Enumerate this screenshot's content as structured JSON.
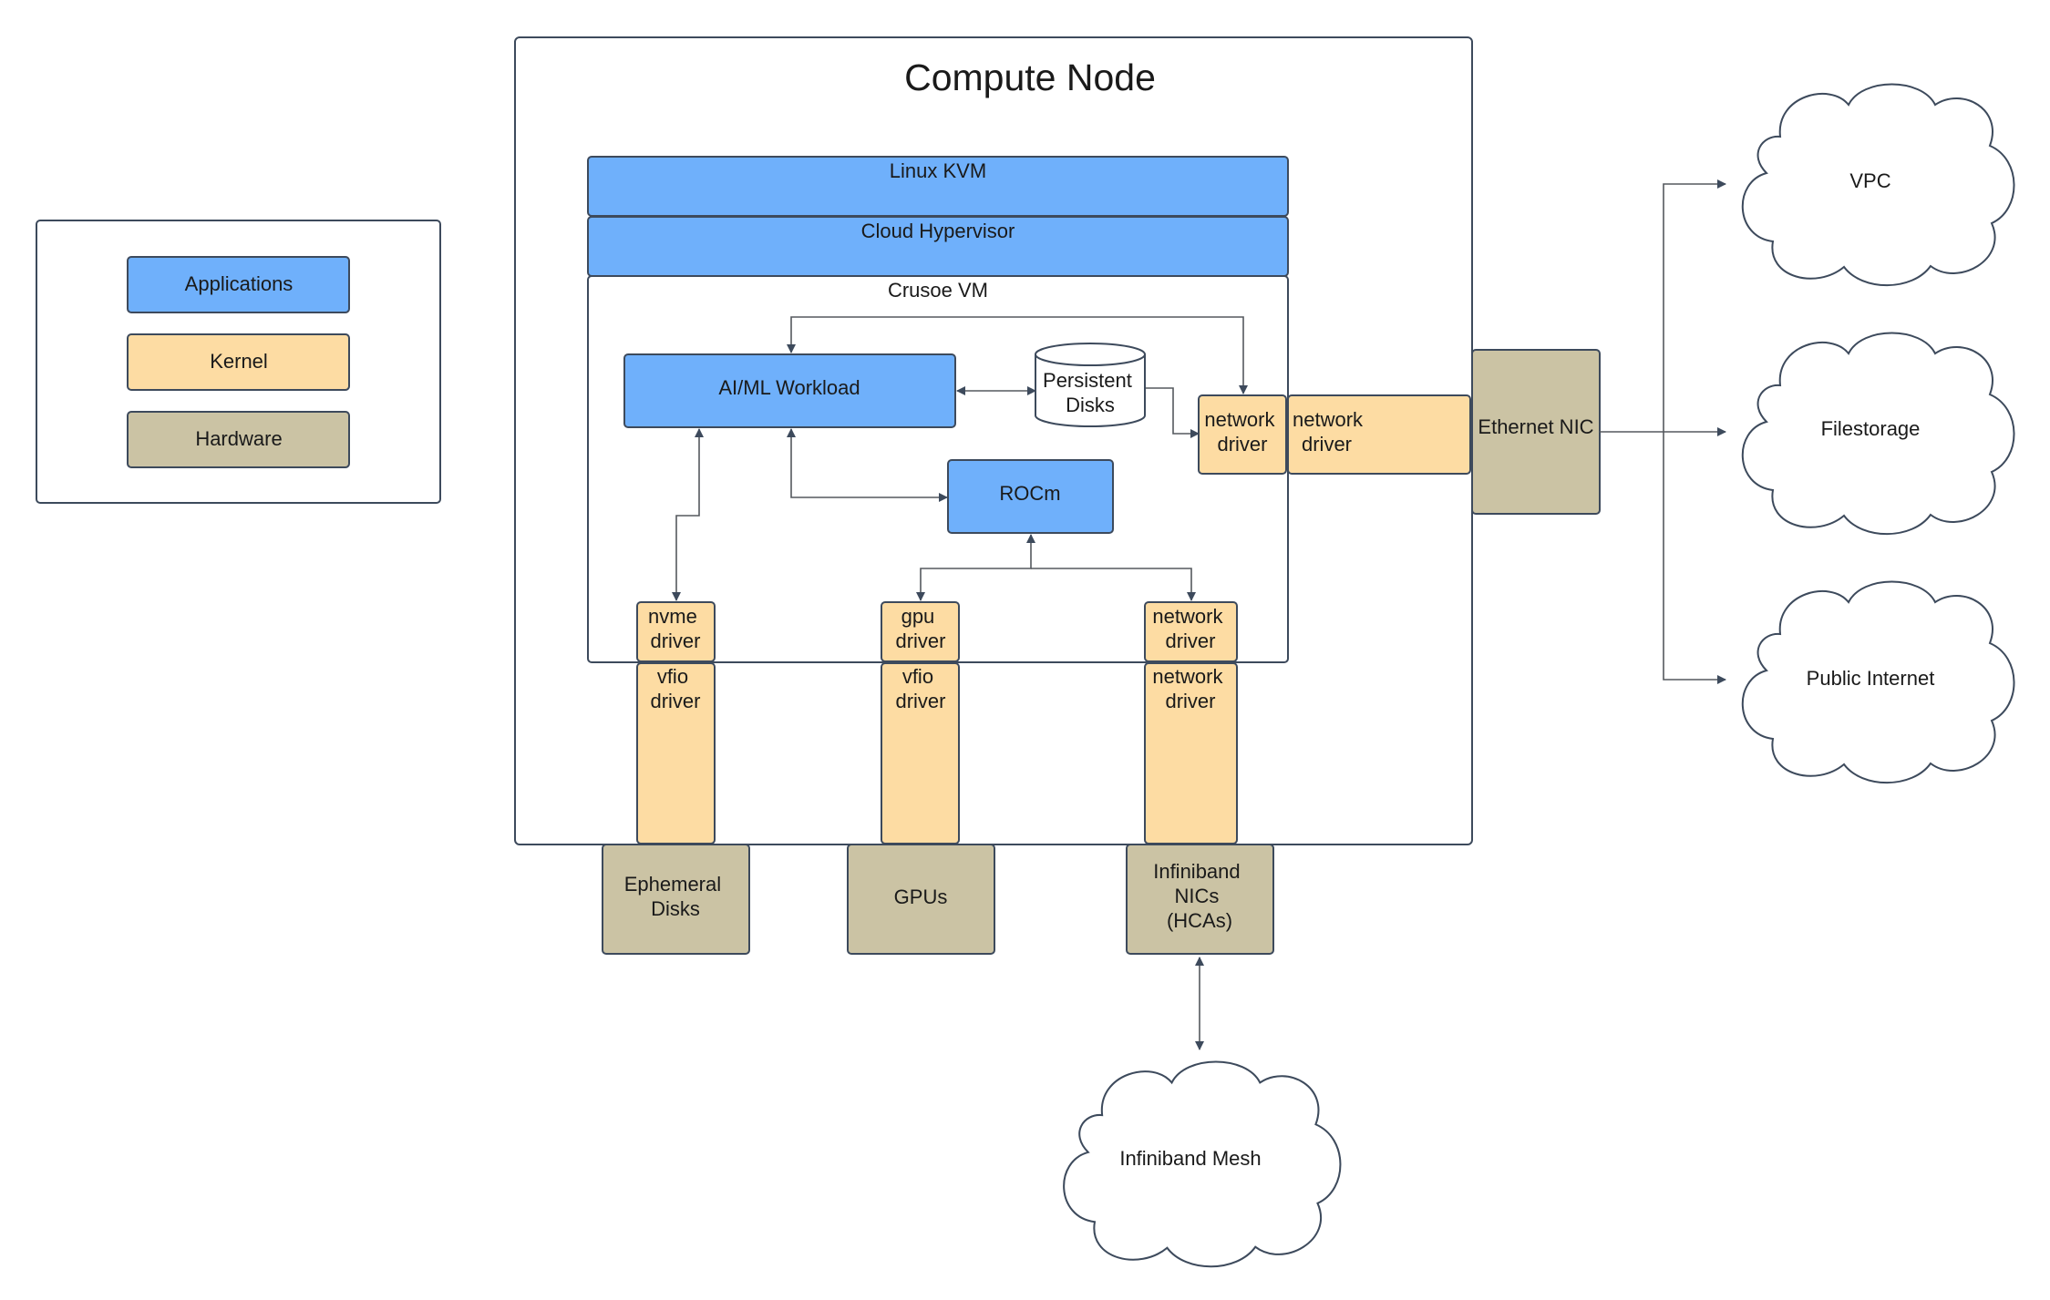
{
  "legend": {
    "applications": "Applications",
    "kernel": "Kernel",
    "hardware": "Hardware"
  },
  "compute_node": {
    "title": "Compute Node",
    "linux_kvm": "Linux KVM",
    "cloud_hypervisor": "Cloud Hypervisor",
    "crusoe_vm": "Crusoe VM",
    "ai_ml_workload": "AI/ML Workload",
    "persistent_disks": [
      "Persistent",
      "Disks"
    ],
    "rocm": "ROCm",
    "vm_network_driver_right": [
      "network",
      "driver"
    ],
    "host_network_driver_right": [
      "network",
      "driver"
    ],
    "nvme_driver": [
      "nvme",
      "driver"
    ],
    "gpu_driver": [
      "gpu",
      "driver"
    ],
    "vm_network_driver_bottom": [
      "network",
      "driver"
    ],
    "vfio_driver_1": [
      "vfio",
      "driver"
    ],
    "vfio_driver_2": [
      "vfio",
      "driver"
    ],
    "host_network_driver_bottom": [
      "network",
      "driver"
    ]
  },
  "hardware": {
    "ephemeral_disks": [
      "Ephemeral",
      "Disks"
    ],
    "gpus": "GPUs",
    "infiniband_nics": [
      "Infiniband",
      "NICs",
      "(HCAs)"
    ],
    "ethernet_nic": "Ethernet NIC"
  },
  "networks": {
    "vpc": "VPC",
    "filestorage": "Filestorage",
    "public_internet": "Public Internet",
    "infiniband_mesh": "Infiniband Mesh"
  },
  "colors": {
    "applications": "#6fb0fb",
    "kernel": "#fddca3",
    "hardware": "#cbc3a4",
    "outline": "#3d4a5c"
  }
}
